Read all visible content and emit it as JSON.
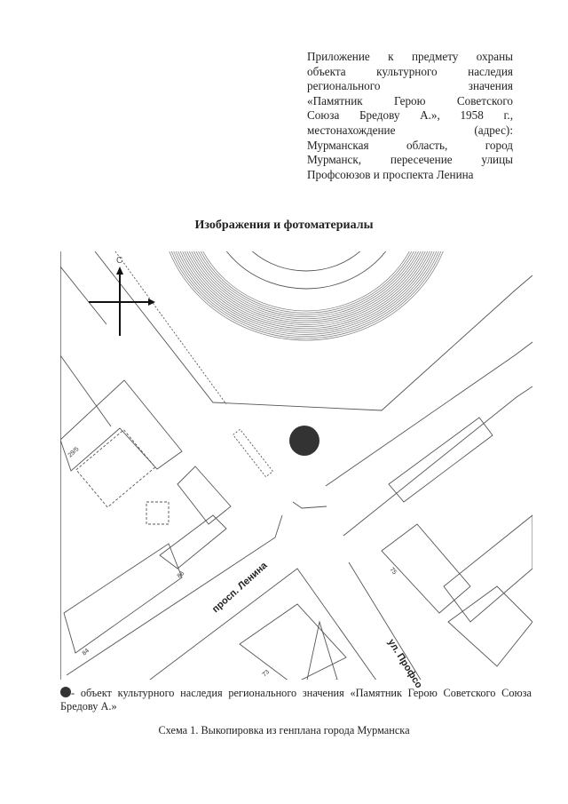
{
  "annex": {
    "lines": [
      "Приложение к предмету охраны",
      "объекта культурного наследия",
      "регионального значения",
      "«Памятник Герою Советского",
      "Союза Бредову А.», 1958 г.,",
      "местонахождение (адрес):",
      "Мурманская область, город",
      "Мурманск, пересечение улицы",
      "Профсоюзов и проспекта Ленина"
    ]
  },
  "section_title": "Изображения и фотоматериалы",
  "map": {
    "compass_north": "С",
    "street_lenina": "просп. Ленина",
    "street_profsoyuzov": "ул. Профсо",
    "house_numbers": [
      "29/5",
      "86",
      "84",
      "73",
      "75"
    ],
    "monument_color": "#333333"
  },
  "legend": {
    "text": "- объект культурного наследия регионального значения «Памятник Герою Советского Союза Бредову А.»"
  },
  "caption": "Схема 1. Выкопировка из генплана города Мурманска"
}
